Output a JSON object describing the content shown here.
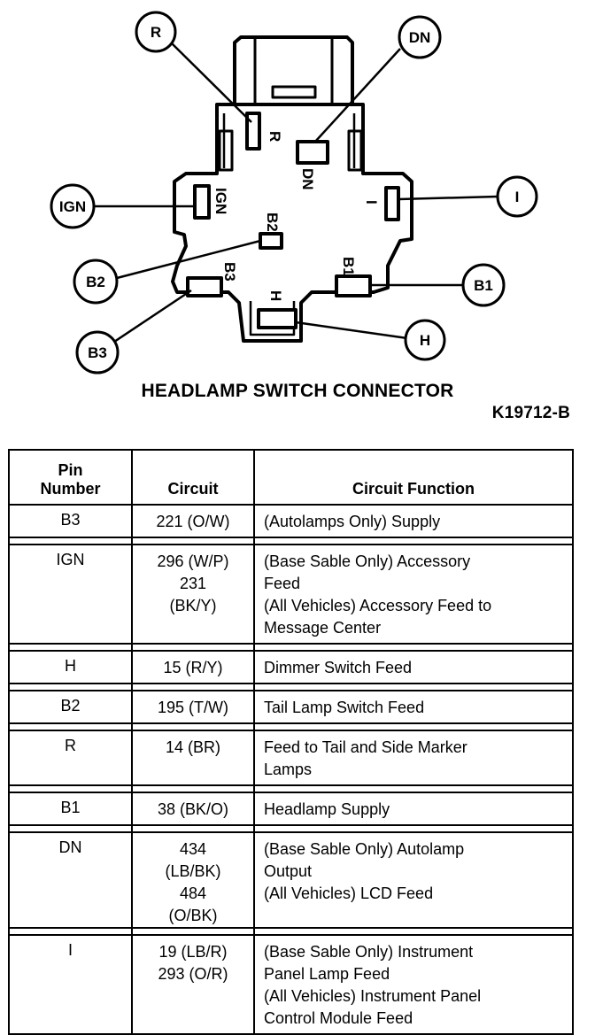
{
  "diagram": {
    "callouts": [
      "R",
      "DN",
      "IGN",
      "I",
      "B2",
      "B1",
      "B3",
      "H"
    ],
    "pin_labels": {
      "R": "R",
      "DN": "DN",
      "IGN": "IGN",
      "I": "I",
      "B2": "B2",
      "B1": "B1",
      "B3": "B3",
      "H": "H"
    },
    "title": "HEADLAMP SWITCH CONNECTOR",
    "figure_id": "K19712-B"
  },
  "table": {
    "headers": {
      "pin": [
        "Pin",
        "Number"
      ],
      "circuit": "Circuit",
      "function": "Circuit Function"
    },
    "rows": [
      {
        "pin": "B3",
        "circuit": [
          "221 (O/W)"
        ],
        "function": [
          "(Autolamps Only) Supply"
        ]
      },
      {
        "pin": "IGN",
        "circuit": [
          "296 (W/P)",
          "231",
          "(BK/Y)"
        ],
        "function": [
          "(Base Sable Only) Accessory",
          "Feed",
          "(All Vehicles) Accessory Feed to",
          "Message Center"
        ]
      },
      {
        "pin": "H",
        "circuit": [
          "15 (R/Y)"
        ],
        "function": [
          "Dimmer Switch Feed"
        ]
      },
      {
        "pin": "B2",
        "circuit": [
          "195 (T/W)"
        ],
        "function": [
          "Tail Lamp Switch Feed"
        ]
      },
      {
        "pin": "R",
        "circuit": [
          "14 (BR)"
        ],
        "function": [
          "Feed to Tail and Side Marker",
          "Lamps"
        ]
      },
      {
        "pin": "B1",
        "circuit": [
          "38 (BK/O)"
        ],
        "function": [
          "Headlamp Supply"
        ]
      },
      {
        "pin": "DN",
        "circuit": [
          "434",
          "(LB/BK)",
          "484",
          "(O/BK)"
        ],
        "function": [
          "(Base Sable Only) Autolamp",
          "Output",
          "(All Vehicles) LCD Feed"
        ]
      },
      {
        "pin": "I",
        "circuit": [
          "19 (LB/R)",
          "293 (O/R)"
        ],
        "function": [
          "(Base Sable Only) Instrument",
          "Panel Lamp Feed",
          "(All Vehicles) Instrument Panel",
          "Control Module Feed"
        ]
      }
    ]
  }
}
